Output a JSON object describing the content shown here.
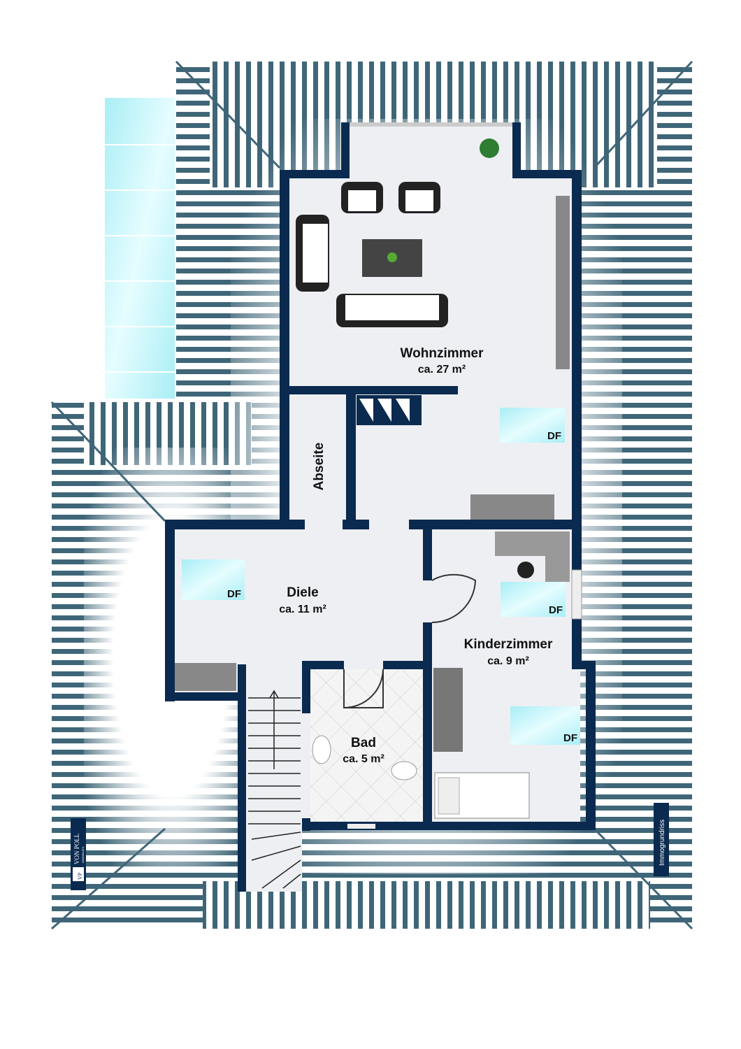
{
  "floorplan": {
    "rooms": [
      {
        "name": "Wohnzimmer",
        "area": "ca. 27 m²"
      },
      {
        "name": "Diele",
        "area": "ca. 11 m²"
      },
      {
        "name": "Kinderzimmer",
        "area": "ca. 9 m²"
      },
      {
        "name": "Bad",
        "area": "ca. 5 m²"
      },
      {
        "name": "Abseite"
      }
    ],
    "skylight_label": "DF",
    "colors": {
      "wall": "#0b2a4f",
      "roof_stripe": "#3f6678",
      "floor": "#eeeff3",
      "glass": "#bdf3f7"
    }
  },
  "branding": {
    "logo_text": "VON POLL",
    "logo_sub": "IMMOBILIEN",
    "logo_mark": "VP",
    "badge": "Immogrundriss"
  }
}
